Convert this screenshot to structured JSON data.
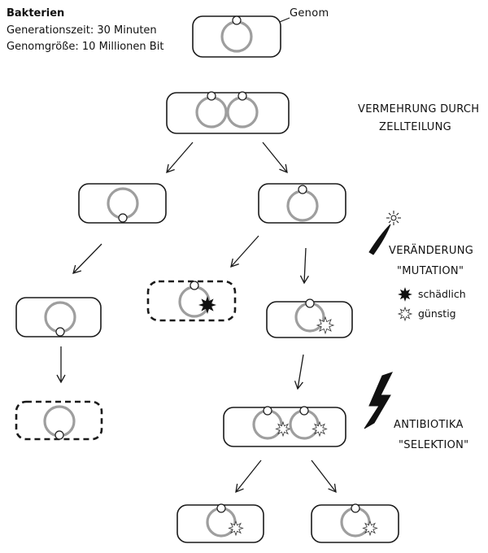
{
  "info": {
    "title": "Bakterien",
    "generation_time": "Generationszeit:  30 Minuten",
    "genome_size": "Genomgröße:  10 Millionen Bit"
  },
  "labels": {
    "genome": "Genom",
    "division_line1": "VERMEHRUNG DURCH",
    "division_line2": "ZELLTEILUNG",
    "mutation_line1": "VERÄNDERUNG",
    "mutation_line2": "\"MUTATION\"",
    "antibiotic_line1": "ANTIBIOTIKA",
    "antibiotic_line2": "\"SELEKTION\""
  },
  "legend": {
    "harmful": "schädlich",
    "beneficial": "günstig"
  },
  "colors": {
    "genome_ring": "#9e9e9e",
    "outline": "#1a1a1a",
    "background": "#ffffff"
  }
}
